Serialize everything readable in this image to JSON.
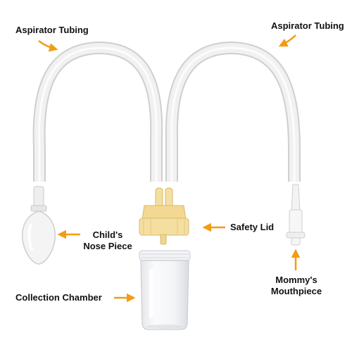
{
  "labels": {
    "tubing_left": "Aspirator Tubing",
    "tubing_right": "Aspirator Tubing",
    "nose_piece_line1": "Child's",
    "nose_piece_line2": "Nose Piece",
    "safety_lid": "Safety Lid",
    "collection_chamber": "Collection Chamber",
    "mouthpiece_line1": "Mommy's",
    "mouthpiece_line2": "Mouthpiece"
  },
  "colors": {
    "arrow": "#F39C12",
    "lid": "#F5DFA0",
    "lid_edge": "#D9B86A",
    "tubing": "#EDEDED",
    "tubing_edge": "#CFCFCF",
    "text": "#111111"
  }
}
